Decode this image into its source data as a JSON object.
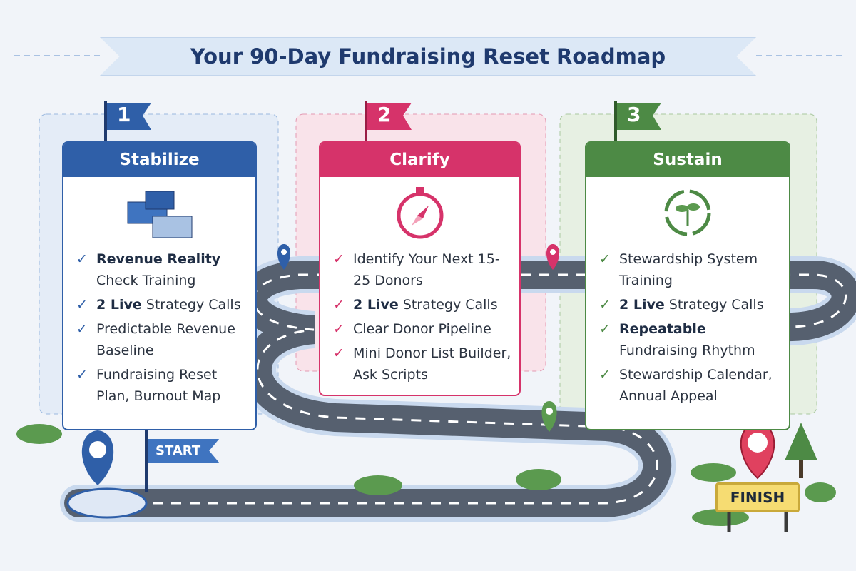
{
  "title": "Your 90-Day Fundraising Reset Roadmap",
  "colors": {
    "blue": "#2f5fa8",
    "pink": "#d6336a",
    "green": "#4d8a45"
  },
  "phases": [
    {
      "number": "1",
      "title": "Stabilize",
      "icon": "building-blocks-icon",
      "items": [
        {
          "bold": "Revenue Reality",
          "text": " Check Training"
        },
        {
          "bold": "2 Live",
          "text": " Strategy Calls"
        },
        {
          "bold": "",
          "text": "Predictable Revenue Baseline"
        },
        {
          "bold": "",
          "text": "Fundraising Reset Plan, Burnout Map"
        }
      ]
    },
    {
      "number": "2",
      "title": "Clarify",
      "icon": "compass-icon",
      "items": [
        {
          "bold": "",
          "text": "Identify Your Next 15-25 Donors"
        },
        {
          "bold": "2 Live",
          "text": " Strategy Calls"
        },
        {
          "bold": "",
          "text": "Clear Donor Pipeline"
        },
        {
          "bold": "",
          "text": "Mini Donor List Builder, Ask Scripts"
        }
      ]
    },
    {
      "number": "3",
      "title": "Sustain",
      "icon": "recycle-sprout-icon",
      "items": [
        {
          "bold": "",
          "text": "Stewardship System Training"
        },
        {
          "bold": "2 Live",
          "text": " Strategy Calls"
        },
        {
          "bold": "Repeatable",
          "text": " Fundraising Rhythm"
        },
        {
          "bold": "",
          "text": "Stewardship Calendar, Annual Appeal"
        }
      ]
    }
  ],
  "start_label": "START",
  "finish_label": "FINISH",
  "check": "✓"
}
